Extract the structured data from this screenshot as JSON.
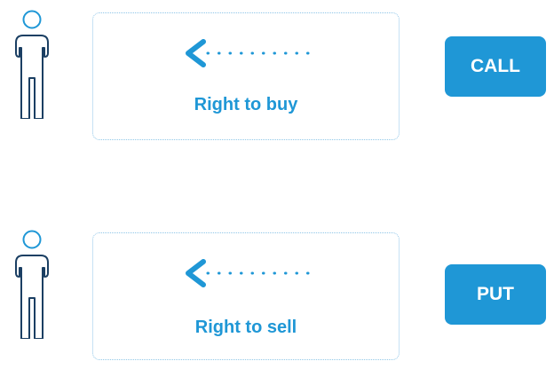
{
  "rows": [
    {
      "id": "call",
      "label": "Right to buy",
      "button_label": "CALL",
      "icons": [
        "person-icon",
        "arrow-left-icon"
      ]
    },
    {
      "id": "put",
      "label": "Right to sell",
      "button_label": "PUT",
      "icons": [
        "person-icon",
        "arrow-left-icon"
      ]
    }
  ],
  "colors": {
    "accent": "#1f97d6",
    "card_border": "#8fc6e8",
    "person_head": "#1f97d6",
    "person_body": "#1b3f63",
    "button_text": "#ffffff"
  }
}
